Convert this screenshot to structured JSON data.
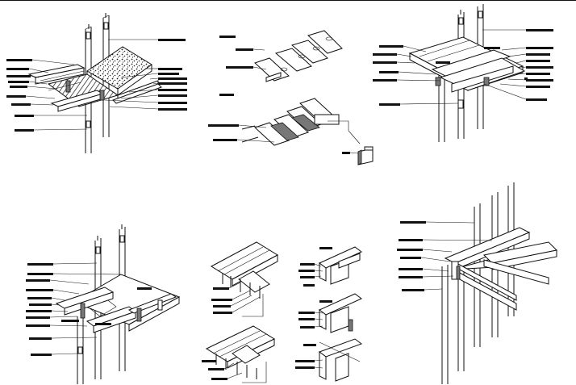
{
  "drawing": {
    "title": "",
    "labels_note": ""
  },
  "callouts": {
    "view_a": 20,
    "view_b": 6,
    "view_c": 18,
    "view_d": 14,
    "view_e": 22,
    "view_f": 6
  },
  "colors": {
    "line": "#111111",
    "background": "#ffffff",
    "shade": "#777777",
    "hatch": "#222222"
  }
}
